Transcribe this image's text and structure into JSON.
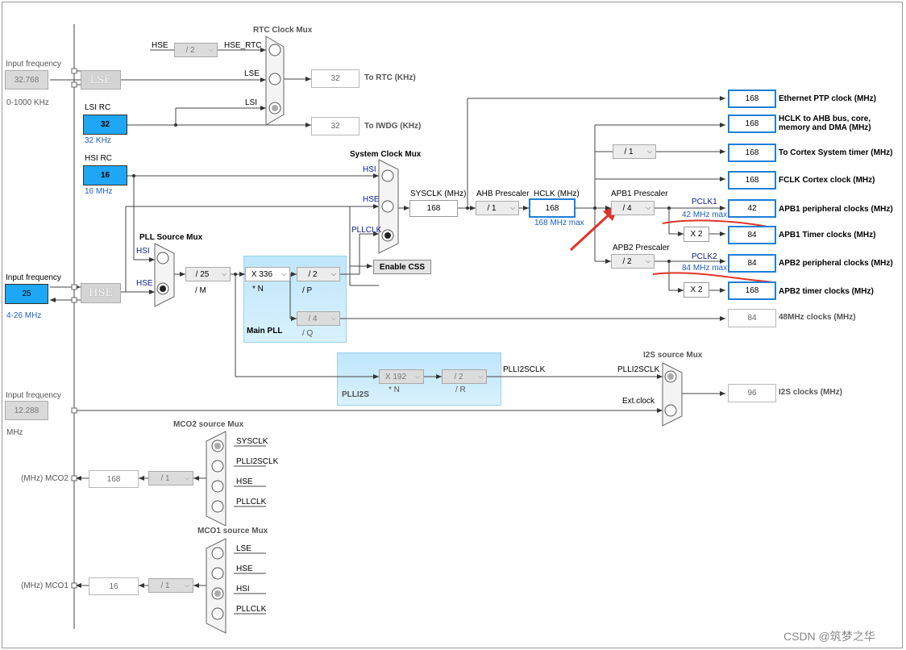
{
  "watermark": "CSDN @筑梦之华",
  "input_lse": {
    "title": "Input frequency",
    "value": "32.768",
    "range": "0-1000 KHz",
    "src": "LSE"
  },
  "lsi": {
    "title": "LSI RC",
    "value": "32",
    "unit": "32 KHz"
  },
  "hsi": {
    "title": "HSI RC",
    "value": "16",
    "unit": "16 MHz"
  },
  "input_hse": {
    "title": "Input frequency",
    "value": "25",
    "range": "4-26 MHz",
    "src": "HSE"
  },
  "input_i2s": {
    "title": "Input frequency",
    "value": "12.288",
    "unit": "MHz"
  },
  "rtc": {
    "mux_title": "RTC Clock Mux",
    "hse_label": "HSE",
    "div": "/ 2",
    "hse_rtc": "HSE_RTC",
    "lse_in": "LSE",
    "lsi_in": "LSI",
    "out_value": "32",
    "out_label": "To RTC (KHz)"
  },
  "iwdg": {
    "value": "32",
    "label": "To IWDG (KHz)"
  },
  "sysmux": {
    "title": "System Clock Mux",
    "in_hsi": "HSI",
    "in_hse": "HSE",
    "in_pll": "PLLCLK",
    "enable_css": "Enable CSS"
  },
  "pllsrc": {
    "title": "PLL Source Mux",
    "in_hsi": "HSI",
    "in_hse": "HSE",
    "div_m": "/ 25",
    "m_label": "/ M"
  },
  "mainpll": {
    "title": "Main PLL",
    "mul_n": "X 336",
    "n_label": "* N",
    "div_p": "/ 2",
    "p_label": "/ P",
    "div_q": "/ 4",
    "q_label": "/ Q"
  },
  "sysclk": {
    "label": "SYSCLK (MHz)",
    "value": "168"
  },
  "ahb": {
    "label": "AHB Prescaler",
    "value": "/ 1"
  },
  "hclk": {
    "label": "HCLK (MHz)",
    "value": "168",
    "max": "168 MHz max"
  },
  "apb1": {
    "label": "APB1 Prescaler",
    "value": "/ 4",
    "pclk": "PCLK1",
    "max": "42 MHz max"
  },
  "apb2": {
    "label": "APB2 Prescaler",
    "value": "/ 2",
    "pclk": "PCLK2",
    "max": "84 MHz max"
  },
  "cortex_div": "/ 1",
  "x2_a": "X 2",
  "x2_b": "X 2",
  "outputs": {
    "eth": {
      "value": "168",
      "label": "Ethernet PTP clock (MHz)"
    },
    "hclk_ahb": {
      "value": "168",
      "label": "HCLK to AHB bus, core,",
      "label2": "memory and DMA (MHz)"
    },
    "systimer": {
      "value": "168",
      "label": "To Cortex System timer (MHz)"
    },
    "fclk": {
      "value": "168",
      "label": "FCLK Cortex clock (MHz)"
    },
    "apb1p": {
      "value": "42",
      "label": "APB1 peripheral clocks (MHz)"
    },
    "apb1t": {
      "value": "84",
      "label": "APB1 Timer clocks (MHz)"
    },
    "apb2p": {
      "value": "84",
      "label": "APB2 peripheral clocks (MHz)"
    },
    "apb2t": {
      "value": "168",
      "label": "APB2 timer clocks (MHz)"
    },
    "clk48": {
      "value": "84",
      "label": "48MHz clocks (MHz)"
    },
    "i2s": {
      "value": "96",
      "label": "I2S clocks (MHz)"
    }
  },
  "plli2s": {
    "title": "PLLI2S",
    "mul_n": "X 192",
    "n_label": "* N",
    "div_r": "/ 2",
    "r_label": "/ R",
    "out": "PLLI2SCLK"
  },
  "i2smux": {
    "title": "I2S source Mux",
    "in_pll": "PLLI2SCLK",
    "in_ext": "Ext.clock"
  },
  "mco2": {
    "title": "MCO2 source Mux",
    "in1": "SYSCLK",
    "in2": "PLLI2SCLK",
    "in3": "HSE",
    "in4": "PLLCLK",
    "div": "/ 1",
    "value": "168",
    "label": "(MHz) MCO2"
  },
  "mco1": {
    "title": "MCO1 source Mux",
    "in1": "LSE",
    "in2": "HSE",
    "in3": "HSI",
    "in4": "PLLCLK",
    "div": "/ 1",
    "value": "16",
    "label": "(MHz) MCO1"
  }
}
